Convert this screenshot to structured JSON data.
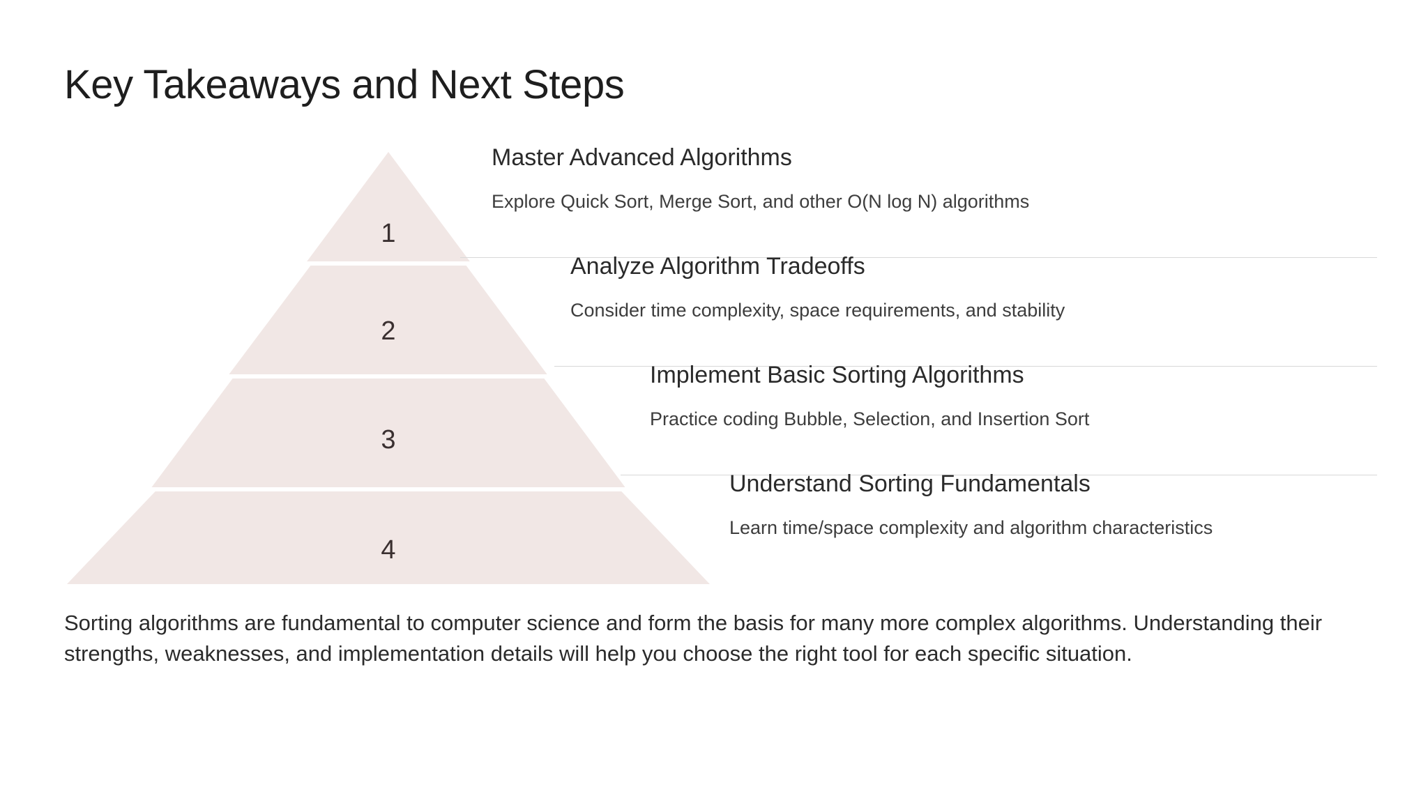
{
  "page_title": "Key Takeaways and Next Steps",
  "pyramid": {
    "fill_color": "#F1E7E5",
    "divider_color": "#D8D8D8",
    "levels": [
      {
        "number": "1",
        "title": "Master Advanced Algorithms",
        "description": "Explore Quick Sort, Merge Sort, and other O(N log N) algorithms"
      },
      {
        "number": "2",
        "title": "Analyze Algorithm Tradeoffs",
        "description": "Consider time complexity, space requirements, and stability"
      },
      {
        "number": "3",
        "title": "Implement Basic Sorting Algorithms",
        "description": "Practice coding Bubble, Selection, and Insertion Sort"
      },
      {
        "number": "4",
        "title": "Understand Sorting Fundamentals",
        "description": "Learn time/space complexity and algorithm characteristics"
      }
    ]
  },
  "summary": "Sorting algorithms are fundamental to computer science and form the basis for many more complex algorithms. Understanding their strengths, weaknesses, and implementation details will help you choose the right tool for each specific situation."
}
